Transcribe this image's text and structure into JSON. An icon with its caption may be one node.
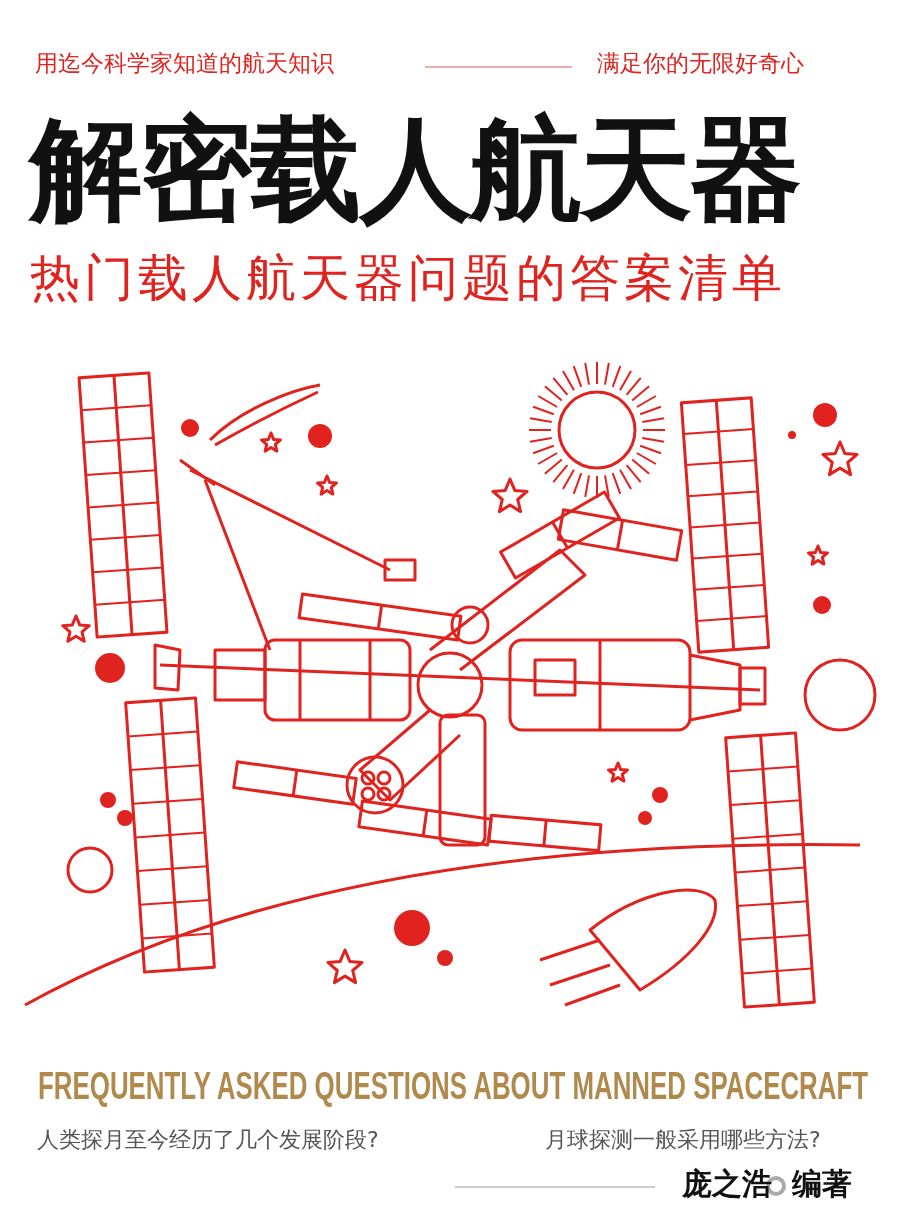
{
  "diagram": {
    "title": "解密载人航天器",
    "labels": [
      "用迄今科学家知道的航天知识",
      "满足你的无限好奇心",
      "热门载人航天器问题的答案清单",
      "FREQUENTLY ASKED QUESTIONS ABOUT MANNED SPACECRAFT",
      "人类探月至今经历了几个发展阶段?",
      "月球探测一般采用哪些方法?",
      "庞之浩",
      "编著"
    ]
  }
}
